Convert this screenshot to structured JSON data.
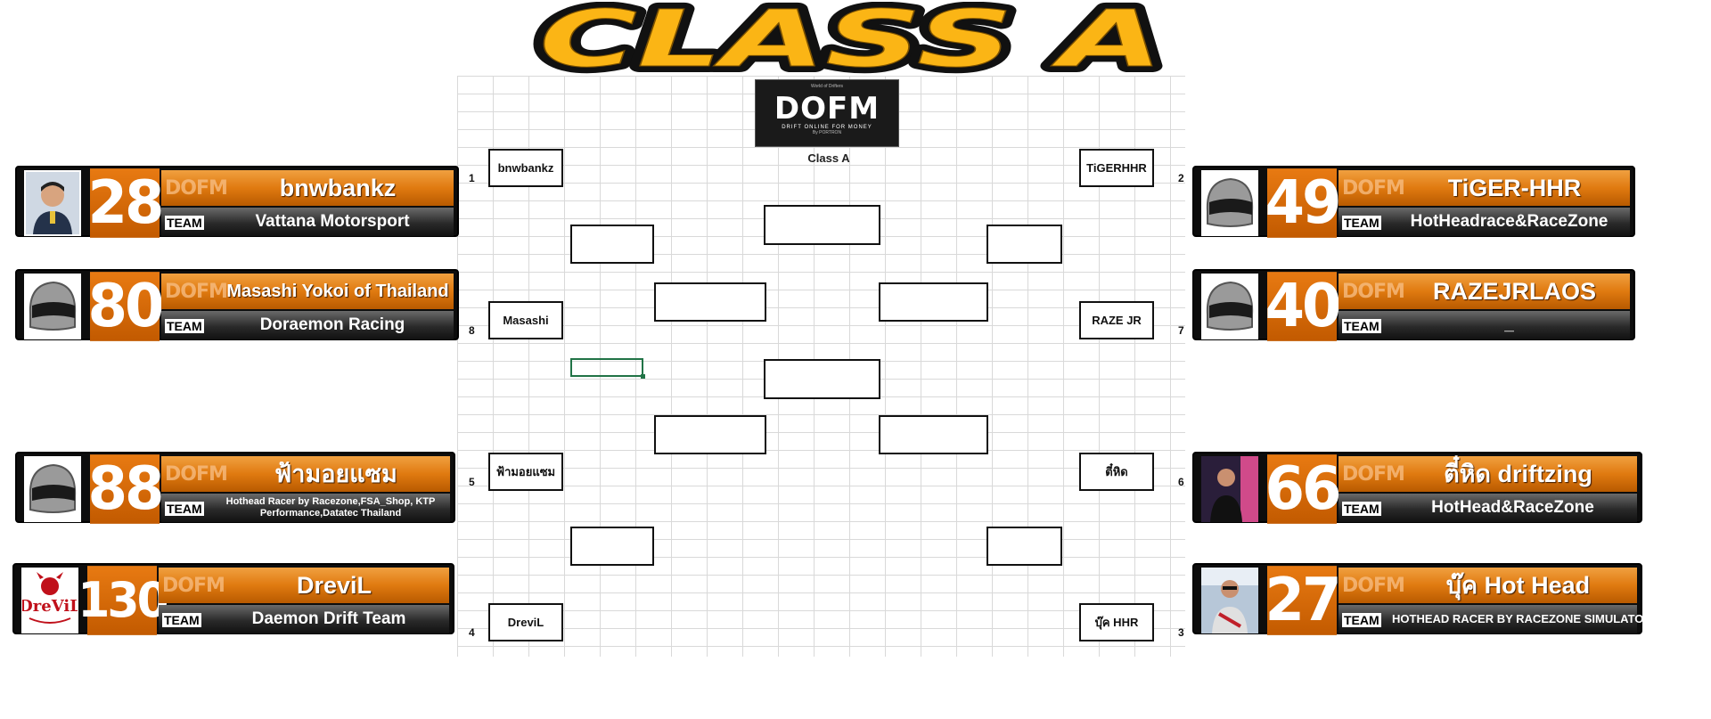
{
  "title": "CLASS A",
  "logo": {
    "small": "World of Drifters",
    "big": "DOFM",
    "tagline": "DRIFT ONLINE FOR MONEY",
    "by": "By PORTRON"
  },
  "class_caption": "Class A",
  "bracket": {
    "left": [
      {
        "seed": "1",
        "name": "bnwbankz"
      },
      {
        "seed": "8",
        "name": "Masashi"
      },
      {
        "seed": "5",
        "name": "ฟ้ามอยแซม"
      },
      {
        "seed": "4",
        "name": "DreviL"
      }
    ],
    "right": [
      {
        "seed": "2",
        "name": "TiGERHHR"
      },
      {
        "seed": "7",
        "name": "RAZE JR"
      },
      {
        "seed": "6",
        "name": "ตี๋หิด"
      },
      {
        "seed": "3",
        "name": "บุ๊ค HHR"
      }
    ]
  },
  "card_labels": {
    "brand": "DOFM",
    "team": "TEAM"
  },
  "drivers": {
    "left": [
      {
        "number": "28",
        "name": "bnwbankz",
        "team": "Vattana Motorsport",
        "avatar": "photo-person-icon"
      },
      {
        "number": "80",
        "name": "Masashi Yokoi of Thailand",
        "team": "Doraemon Racing",
        "avatar": "helmet-icon"
      },
      {
        "number": "88",
        "name": "ฟ้ามอยแซม",
        "team": "Hothead Racer by Racezone,FSA_Shop, KTP Performance,Datatec Thailand",
        "avatar": "helmet-icon"
      },
      {
        "number": "130",
        "name": "DreviL",
        "team": "Daemon Drift Team",
        "avatar": "devil-logo-icon"
      }
    ],
    "right": [
      {
        "number": "49",
        "name": "TiGER-HHR",
        "team": "HotHeadrace&RaceZone",
        "avatar": "helmet-icon"
      },
      {
        "number": "40",
        "name": "RAZEJRLAOS",
        "team": "_",
        "avatar": "helmet-icon"
      },
      {
        "number": "66",
        "name": "ตี๋หิด driftzing",
        "team": "HotHead&RaceZone",
        "avatar": "photo-person-icon"
      },
      {
        "number": "27",
        "name": "บุ๊ค Hot Head",
        "team": "HOTHEAD RACER BY RACEZONE SIMULATOR",
        "avatar": "photo-person-icon"
      }
    ]
  },
  "colors": {
    "title_fill": "#FBB515",
    "title_outline": "#111111",
    "number_bg": "#E87A12",
    "name_bar": "#E07A10",
    "team_bar": "#2A2A2A",
    "cell_selection": "#217346"
  }
}
